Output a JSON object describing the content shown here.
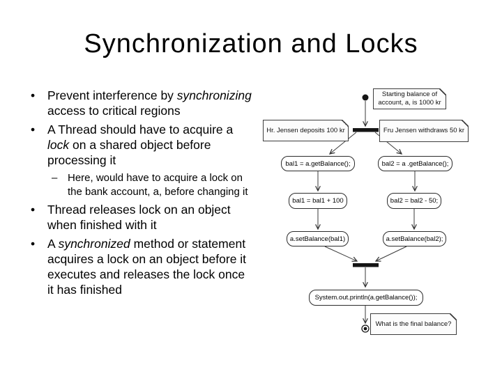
{
  "title": "Synchronization and Locks",
  "bullets": {
    "marker": "•",
    "sub_marker": "–",
    "b1": {
      "pre": "Prevent interference by ",
      "em": "synchronizing",
      "post": " access to critical regions"
    },
    "b2": {
      "pre": "A Thread should have to acquire a ",
      "em": "lock",
      "post": " on a shared object before processing it"
    },
    "sub1": {
      "text": "Here, would have to acquire a lock on the bank account, a, before changing it"
    },
    "b3": {
      "text": "Thread releases lock on an object when finished with it"
    },
    "b4": {
      "pre": "A ",
      "em": "synchronized",
      "post": " method or statement acquires a lock on an object before it executes and releases the lock once it has finished"
    }
  },
  "diagram": {
    "notes": {
      "start": "Starting balance of account, a, is 1000 kr",
      "left": "Hr. Jensen deposits 100 kr",
      "right": "Fru Jensen withdraws 50 kr",
      "final": "What is the final balance?"
    },
    "actions": {
      "a1": "bal1 = a.getBalance();",
      "b1": "bal2 = a .getBalance();",
      "a2": "bal1 = bal1 + 100",
      "b2": "bal2 = bal2 - 50;",
      "a3": "a.setBalance(bal1)",
      "b3": "a.setBalance(bal2);",
      "print": "System.out.println(a.getBalance());"
    },
    "line_color": "#3a3a3a",
    "node_color": "#151515"
  }
}
